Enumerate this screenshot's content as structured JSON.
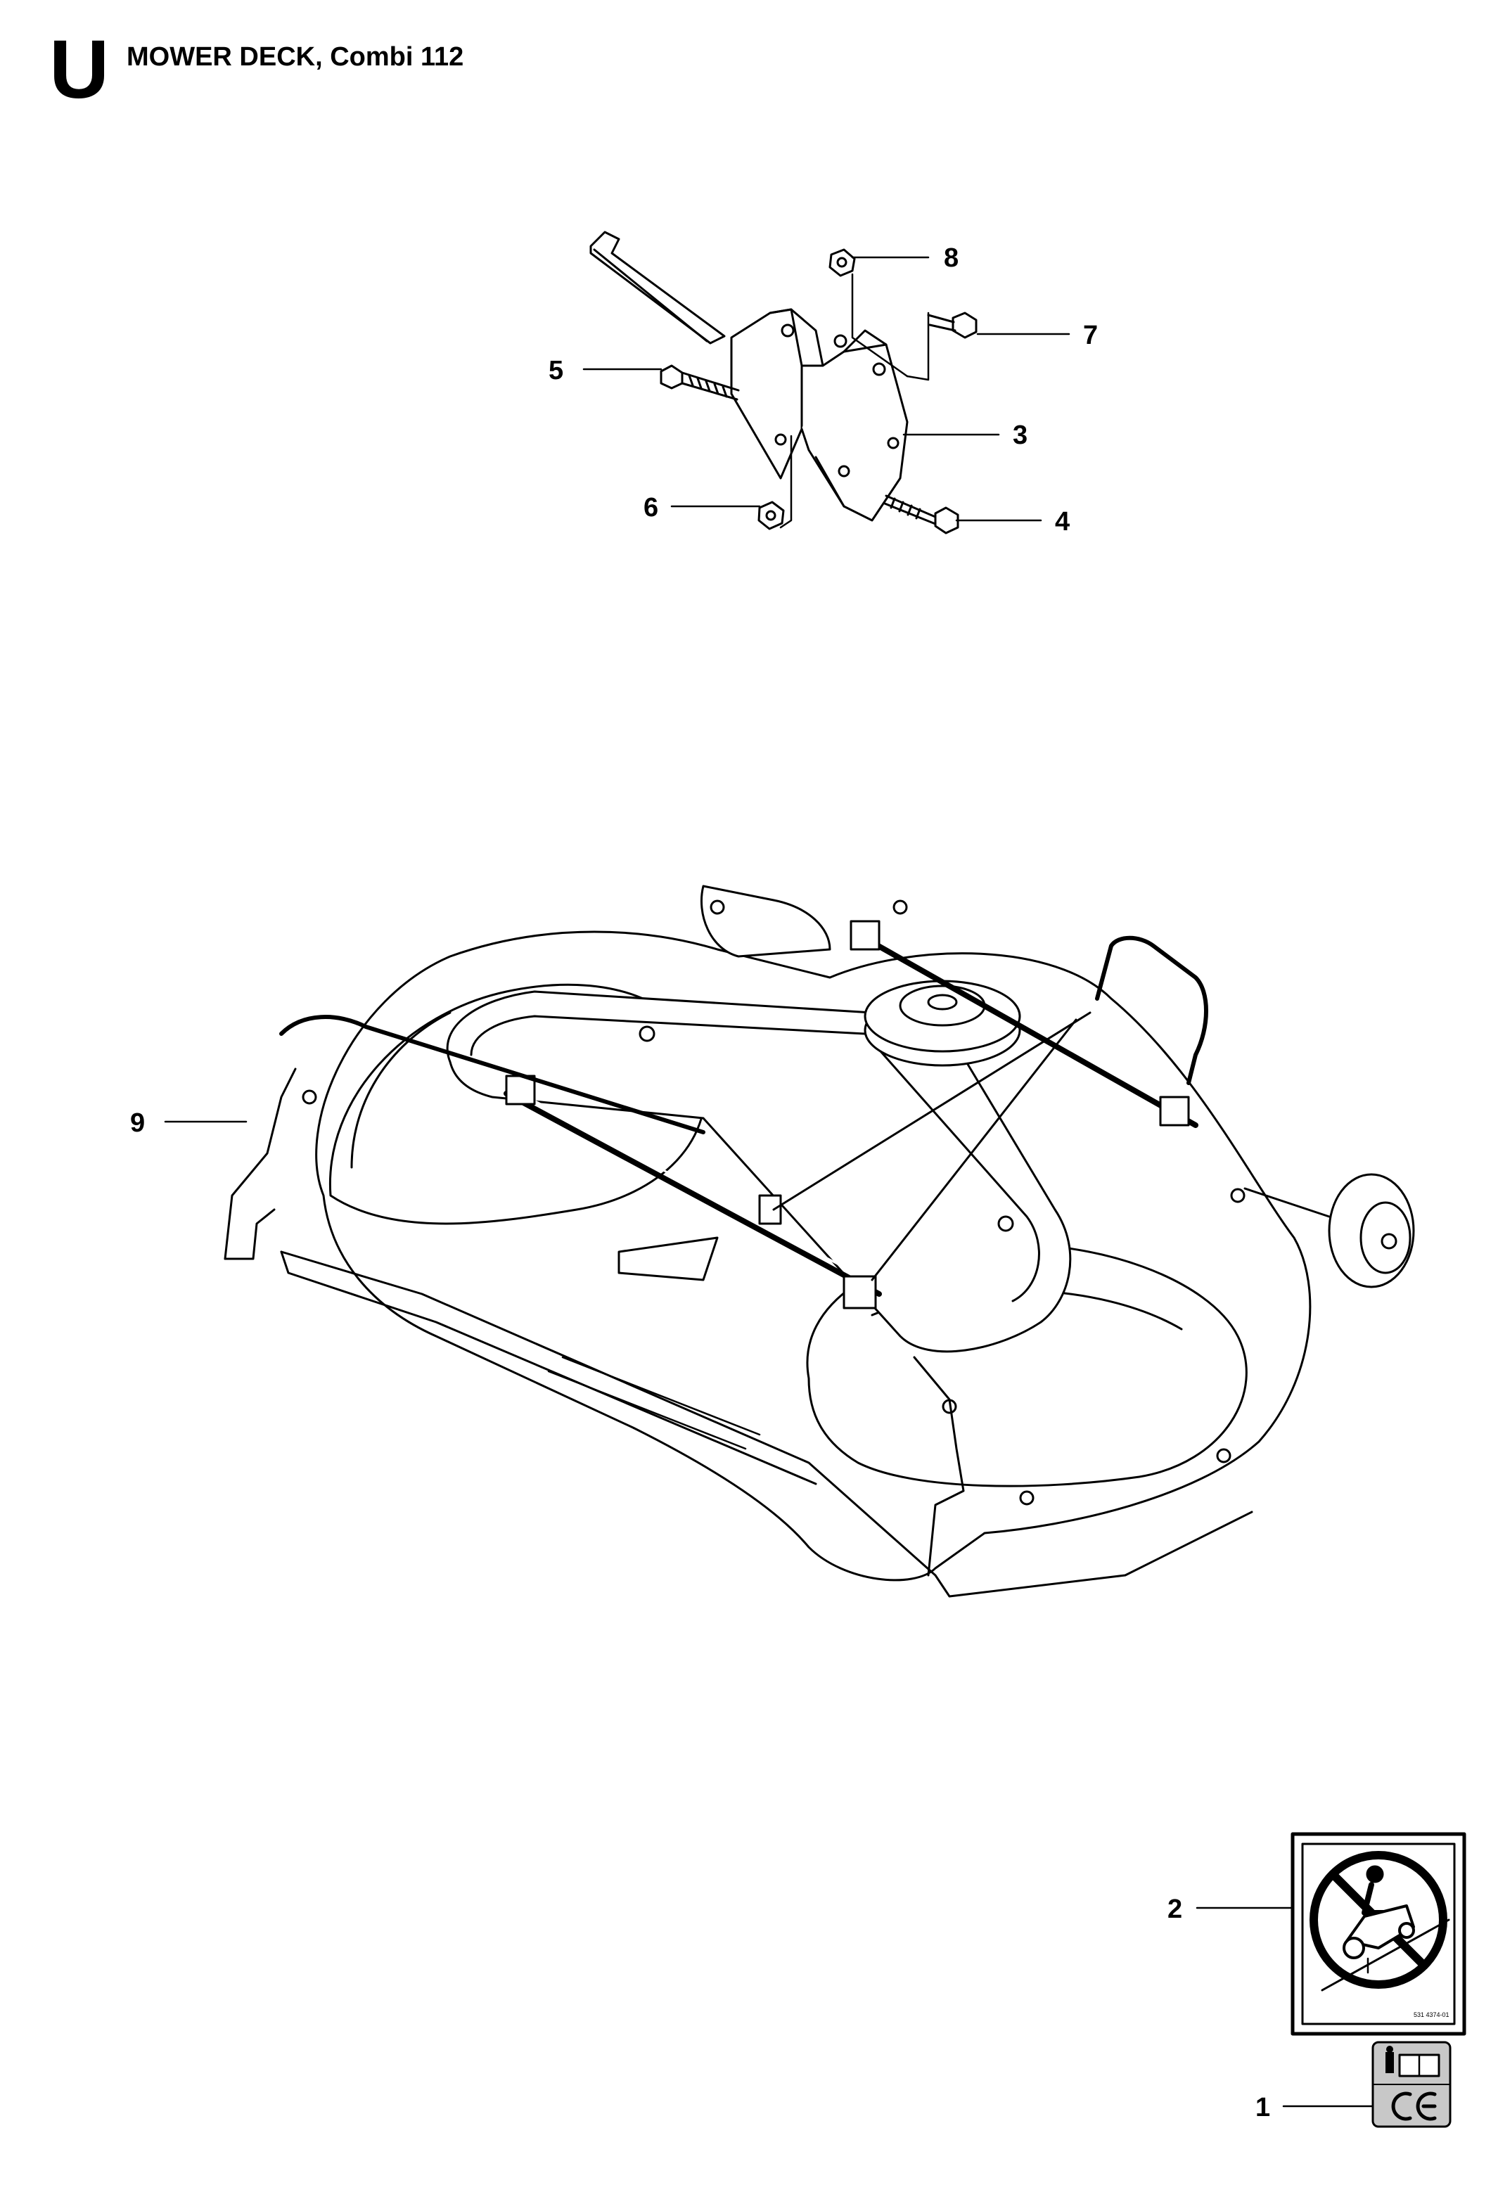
{
  "header": {
    "section_letter": "U",
    "title": "MOWER DECK, Combi 112"
  },
  "callouts": [
    {
      "id": "c1",
      "label": "1"
    },
    {
      "id": "c2",
      "label": "2"
    },
    {
      "id": "c3",
      "label": "3"
    },
    {
      "id": "c4",
      "label": "4"
    },
    {
      "id": "c5",
      "label": "5"
    },
    {
      "id": "c6",
      "label": "6"
    },
    {
      "id": "c7",
      "label": "7"
    },
    {
      "id": "c8",
      "label": "8"
    },
    {
      "id": "c9",
      "label": "9"
    }
  ],
  "decal": {
    "part_code": "531 4374-01"
  },
  "icons": {
    "warning_decal": "no-slope-mowing-icon",
    "manual_icon": "info-manual-icon",
    "ce_mark": "ce-mark-icon"
  }
}
